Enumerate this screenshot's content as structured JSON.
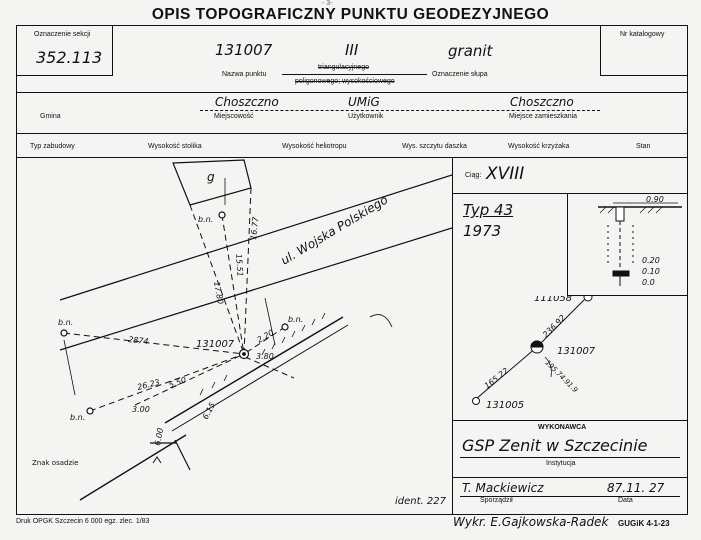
{
  "title": "OPIS TOPOGRAFICZNY PUNKTU GEODEZYJNEGO",
  "stamp": "- 3-",
  "header": {
    "section_label": "Oznaczenie sekcji",
    "section_value": "352.113",
    "catalog_label": "Nr katalogowy",
    "point_number": "131007",
    "point_class": "III",
    "post_material": "granit",
    "point_name_label": "Nazwa punktu",
    "point_type_top": "triangulacyjnego",
    "point_type_bottom": "poligonowego; wysokościowego",
    "post_label": "Oznaczenie słupa"
  },
  "location": {
    "gmina_value": "Choszczno",
    "gmina_label": "Gmina",
    "locality_label": "Miejscowość",
    "user_value": "UMiG",
    "user_label": "Użytkownik",
    "residence_value": "Choszczno",
    "residence_label": "Miejsce zamieszkania"
  },
  "columns": [
    "Typ zabudowy",
    "Wysokość stolika",
    "Wysokość heliotropu",
    "Wys. szczytu daszka",
    "Wysokość krzyżaka",
    "Stan"
  ],
  "sketch": {
    "building_label": "g",
    "street_label": "ul. Wojska Polskiego",
    "station_label": "131007",
    "marker_label": "b.n.",
    "dist_2874": "2874",
    "dist_1780": "17.80",
    "dist_1551": "15.51",
    "dist_1677": "16.77",
    "dist_220": "2.20",
    "dist_380": "3.80",
    "dist_2623": "26.23",
    "dist_550": "5.50",
    "dist_300": "3.00",
    "dist_615": "6.15",
    "dist_600": "6.00",
    "ground_label": "Znak osadzie",
    "ident": "ident. 227"
  },
  "traverse": {
    "label": "Ciąg:",
    "value": "XVIII"
  },
  "type_info": {
    "type": "Typ 43",
    "year": "1973"
  },
  "profile": {
    "top": "0.90",
    "v1": "0.20",
    "v2": "0.10",
    "v3": "0.0"
  },
  "network": {
    "p1": "111058",
    "p2": "131007",
    "p3": "131005",
    "d1": "236.92",
    "d2": "165.22",
    "angle": "195.74.91.9"
  },
  "executor": {
    "label": "WYKONAWCA",
    "name": "GSP Zenit w Szczecinie",
    "institution_label": "Instytucja",
    "person": "T. Mackiewicz",
    "prepared_label": "Sporządził",
    "date": "87.11. 27",
    "date_label": "Data"
  },
  "footer": {
    "left": "Druk OPGK Szczecin 6 000 egz. zlec. 1/83",
    "author": "Wykr. E.Gajkowska-Radek",
    "code": "GUGiK 4-1-23"
  }
}
